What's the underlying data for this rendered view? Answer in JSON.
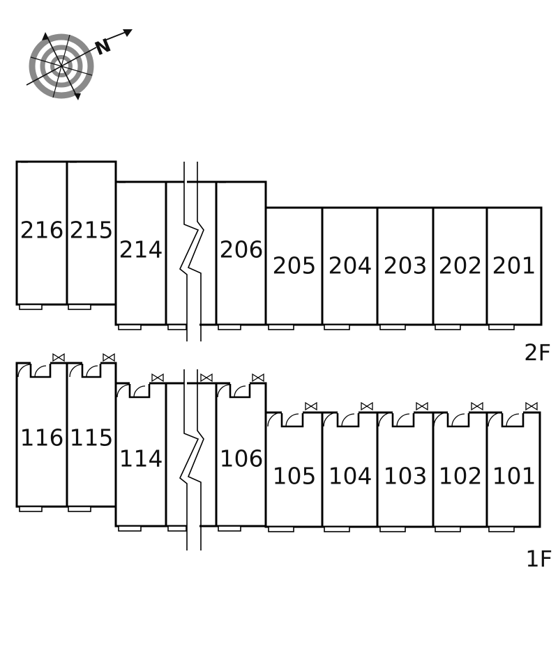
{
  "compass": {
    "north_label": "N"
  },
  "floors": [
    {
      "label": "2F",
      "units": [
        {
          "id": "216",
          "col": 0
        },
        {
          "id": "215",
          "col": 1
        },
        {
          "id": "214",
          "col": 2
        },
        {
          "id": "206",
          "col": 4
        },
        {
          "id": "205",
          "col": 5
        },
        {
          "id": "204",
          "col": 6
        },
        {
          "id": "203",
          "col": 7
        },
        {
          "id": "202",
          "col": 8
        },
        {
          "id": "201",
          "col": 9
        }
      ]
    },
    {
      "label": "1F",
      "units": [
        {
          "id": "116",
          "col": 0
        },
        {
          "id": "115",
          "col": 1
        },
        {
          "id": "114",
          "col": 2
        },
        {
          "id": "106",
          "col": 4
        },
        {
          "id": "105",
          "col": 5
        },
        {
          "id": "104",
          "col": 6
        },
        {
          "id": "103",
          "col": 7
        },
        {
          "id": "102",
          "col": 8
        },
        {
          "id": "101",
          "col": 9
        }
      ]
    }
  ]
}
